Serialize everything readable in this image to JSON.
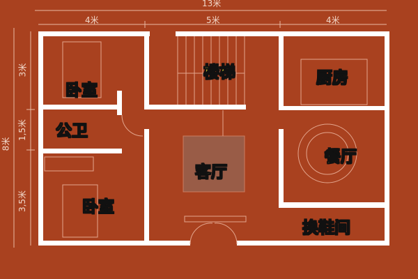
{
  "dimensions": {
    "total_width": "13米",
    "top": [
      "4米",
      "5米",
      "4米"
    ],
    "left": [
      "3米",
      "1,5米",
      "3,5米"
    ],
    "total_height": "8米"
  },
  "rooms": {
    "bedroom_1": "卧室",
    "stairs": "楼梯",
    "kitchen": "厨房",
    "bathroom": "公卫",
    "living_room": "客厅",
    "dining_room": "餐厅",
    "bedroom_2": "卧室",
    "shoe_room": "换鞋间"
  },
  "colors": {
    "background": "#a9411f",
    "walls": "#ffffff",
    "labels": "#f7e93a"
  }
}
